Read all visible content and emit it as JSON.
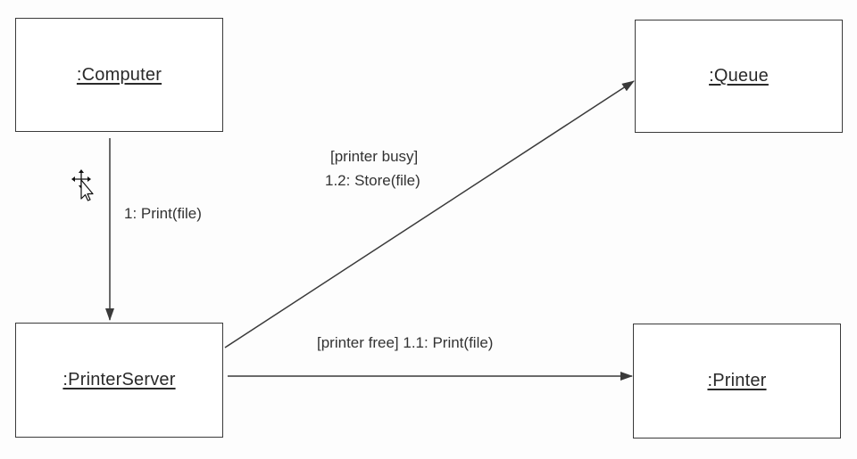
{
  "objects": {
    "computer": ":Computer",
    "queue": ":Queue",
    "printer_server": ":PrinterServer",
    "printer": ":Printer"
  },
  "messages": {
    "print": "1: Print(file)",
    "store_guard": "[printer busy]",
    "store": "1.2: Store(file)",
    "print_free": "[printer free] 1.1: Print(file)"
  },
  "icons": {
    "cursor": "move-cursor-icon"
  },
  "colors": {
    "line": "#3a3a3a",
    "text": "#2a2a2a"
  }
}
